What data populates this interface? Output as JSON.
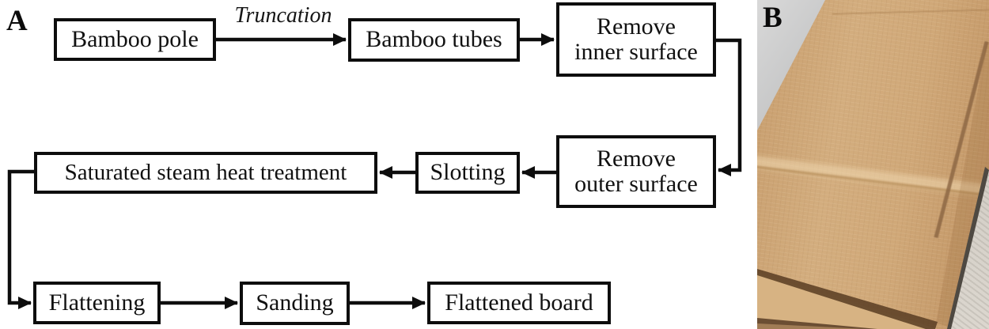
{
  "panel_a": {
    "label": "A",
    "edge_label": "Truncation",
    "nodes": {
      "bamboo_pole": {
        "label": "Bamboo pole"
      },
      "bamboo_tubes": {
        "label": "Bamboo tubes"
      },
      "remove_inner": {
        "line1": "Remove",
        "line2": "inner surface"
      },
      "remove_outer": {
        "line1": "Remove",
        "line2": "outer surface"
      },
      "slotting": {
        "label": "Slotting"
      },
      "saturated_steam": {
        "label": "Saturated steam heat treatment"
      },
      "flattening": {
        "label": "Flattening"
      },
      "sanding": {
        "label": "Sanding"
      },
      "flattened_board": {
        "label": "Flattened board"
      }
    }
  },
  "panel_b": {
    "label": "B",
    "alt": "Photo of two flattened bamboo boards stacked on a gray metal surface",
    "colors": {
      "board_tan": "#d0a878",
      "node_band_light": "#f1d8b0",
      "second_board": "#d7b383",
      "groove_brown": "#8a6442",
      "metal_gray": "#9fa2a3",
      "concrete_gray": "#d8d3cb"
    }
  }
}
